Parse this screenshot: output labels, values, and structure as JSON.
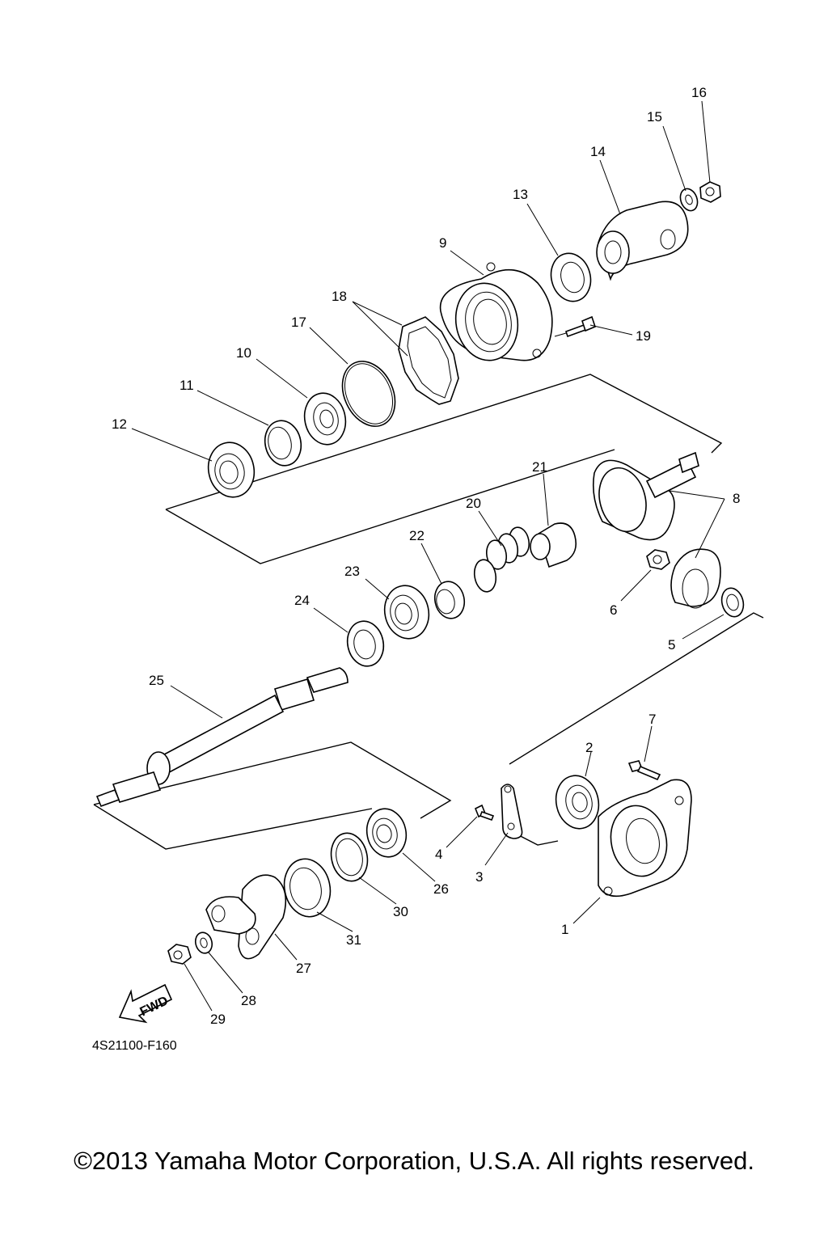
{
  "callouts": [
    "1",
    "2",
    "3",
    "4",
    "5",
    "6",
    "7",
    "8",
    "9",
    "10",
    "11",
    "12",
    "13",
    "14",
    "15",
    "16",
    "17",
    "18",
    "19",
    "20",
    "21",
    "22",
    "23",
    "24",
    "25",
    "26",
    "27",
    "28",
    "29",
    "30",
    "31"
  ],
  "direction_label": "FWD",
  "diagram_code": "4S21100-F160",
  "copyright": "©2013 Yamaha Motor Corporation, U.S.A. All rights reserved."
}
